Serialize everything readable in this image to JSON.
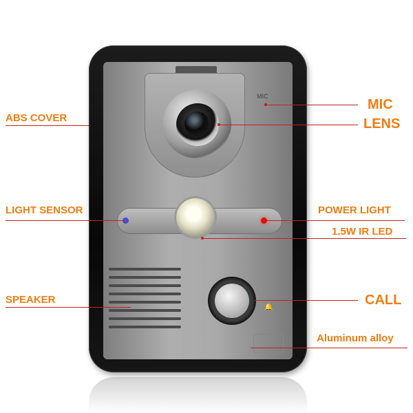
{
  "labels": {
    "abs_cover": "ABS COVER",
    "mic": "MIC",
    "lens": "LENS",
    "light_sensor": "LIGHT SENSOR",
    "power_light": "POWER LIGHT",
    "ir_led": "1.5W IR LED",
    "speaker": "SPEAKER",
    "call": "CALL",
    "aluminum": "Aluminum alloy"
  },
  "device": {
    "mic_engraving": "MIC"
  },
  "colors": {
    "label_orange": "#f07d12",
    "leader_red": "#c0221c",
    "power_led_red": "#e01010",
    "sensor_blue": "#3a3ad0"
  },
  "icons": [
    "bell-icon"
  ]
}
